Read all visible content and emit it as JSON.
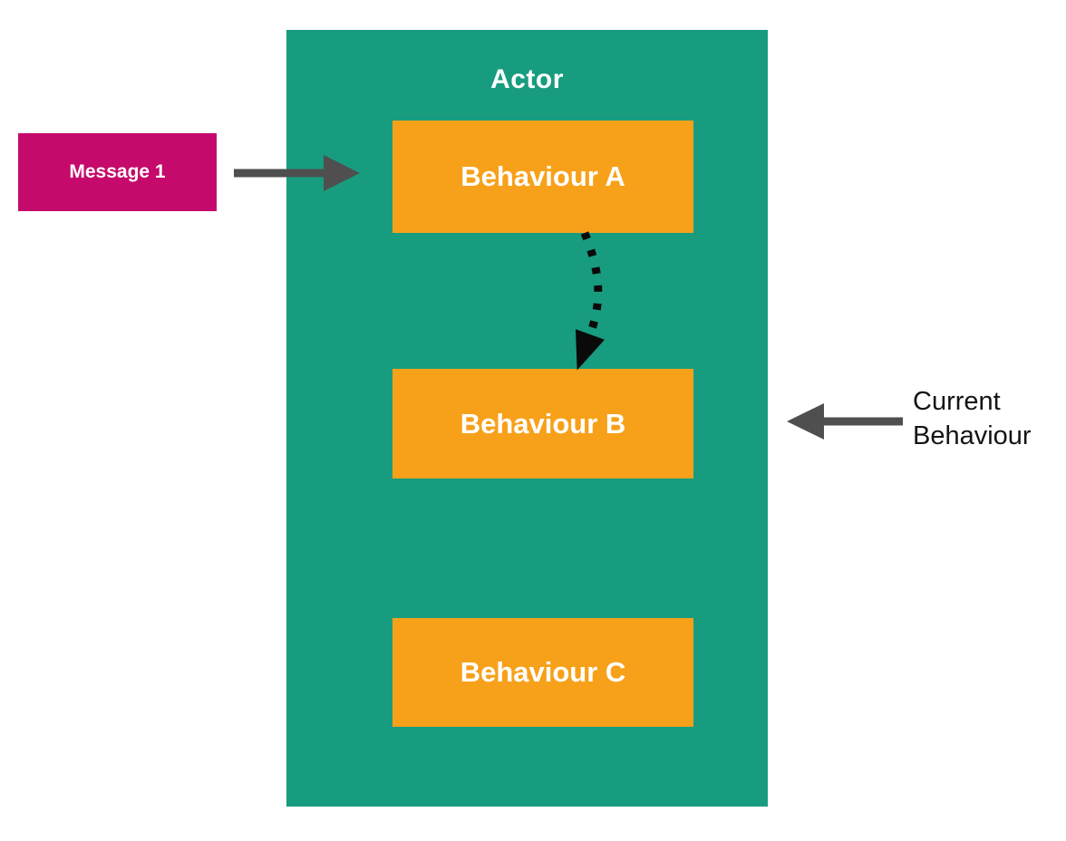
{
  "actor": {
    "label": "Actor",
    "color": "#189C7F"
  },
  "behaviours": [
    {
      "id": "A",
      "label": "Behaviour A",
      "color": "#F7A11A"
    },
    {
      "id": "B",
      "label": "Behaviour B",
      "color": "#F7A11A"
    },
    {
      "id": "C",
      "label": "Behaviour C",
      "color": "#F7A11A"
    }
  ],
  "message": {
    "label": "Message 1",
    "color": "#C50A6B"
  },
  "current_behaviour_label": "Current Behaviour",
  "arrows": {
    "message_arrow": "solid gray, points right from Message 1 into Actor toward Behaviour A",
    "transition_arrow": "black dashed curve, Behaviour A to Behaviour B",
    "current_behaviour_arrow": "solid gray, points left at Behaviour B"
  },
  "colors": {
    "actor_bg": "#189C7F",
    "behaviour_bg": "#F7A11A",
    "message_bg": "#C50A6B",
    "solid_arrow": "#4F4F4F",
    "dashed_arrow": "#0A0A0A",
    "box_text": "#FFFFFF",
    "label_text": "#141414",
    "background": "#FFFFFF"
  }
}
